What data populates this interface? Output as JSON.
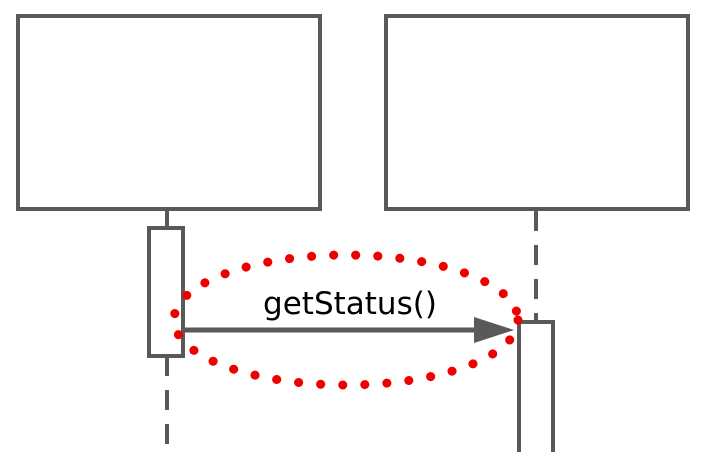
{
  "diagram": {
    "type": "uml-sequence-diagram",
    "lifelines": [
      {
        "id": "left",
        "name": ""
      },
      {
        "id": "right",
        "name": ""
      }
    ],
    "message": {
      "label": "getStatus()",
      "from": "left",
      "to": "right",
      "kind": "synchronous-call"
    },
    "highlight": {
      "shape": "dotted-ellipse",
      "target": "message"
    }
  },
  "colors": {
    "stroke": "#595959",
    "highlight": "#ee0000",
    "background": "#ffffff"
  }
}
